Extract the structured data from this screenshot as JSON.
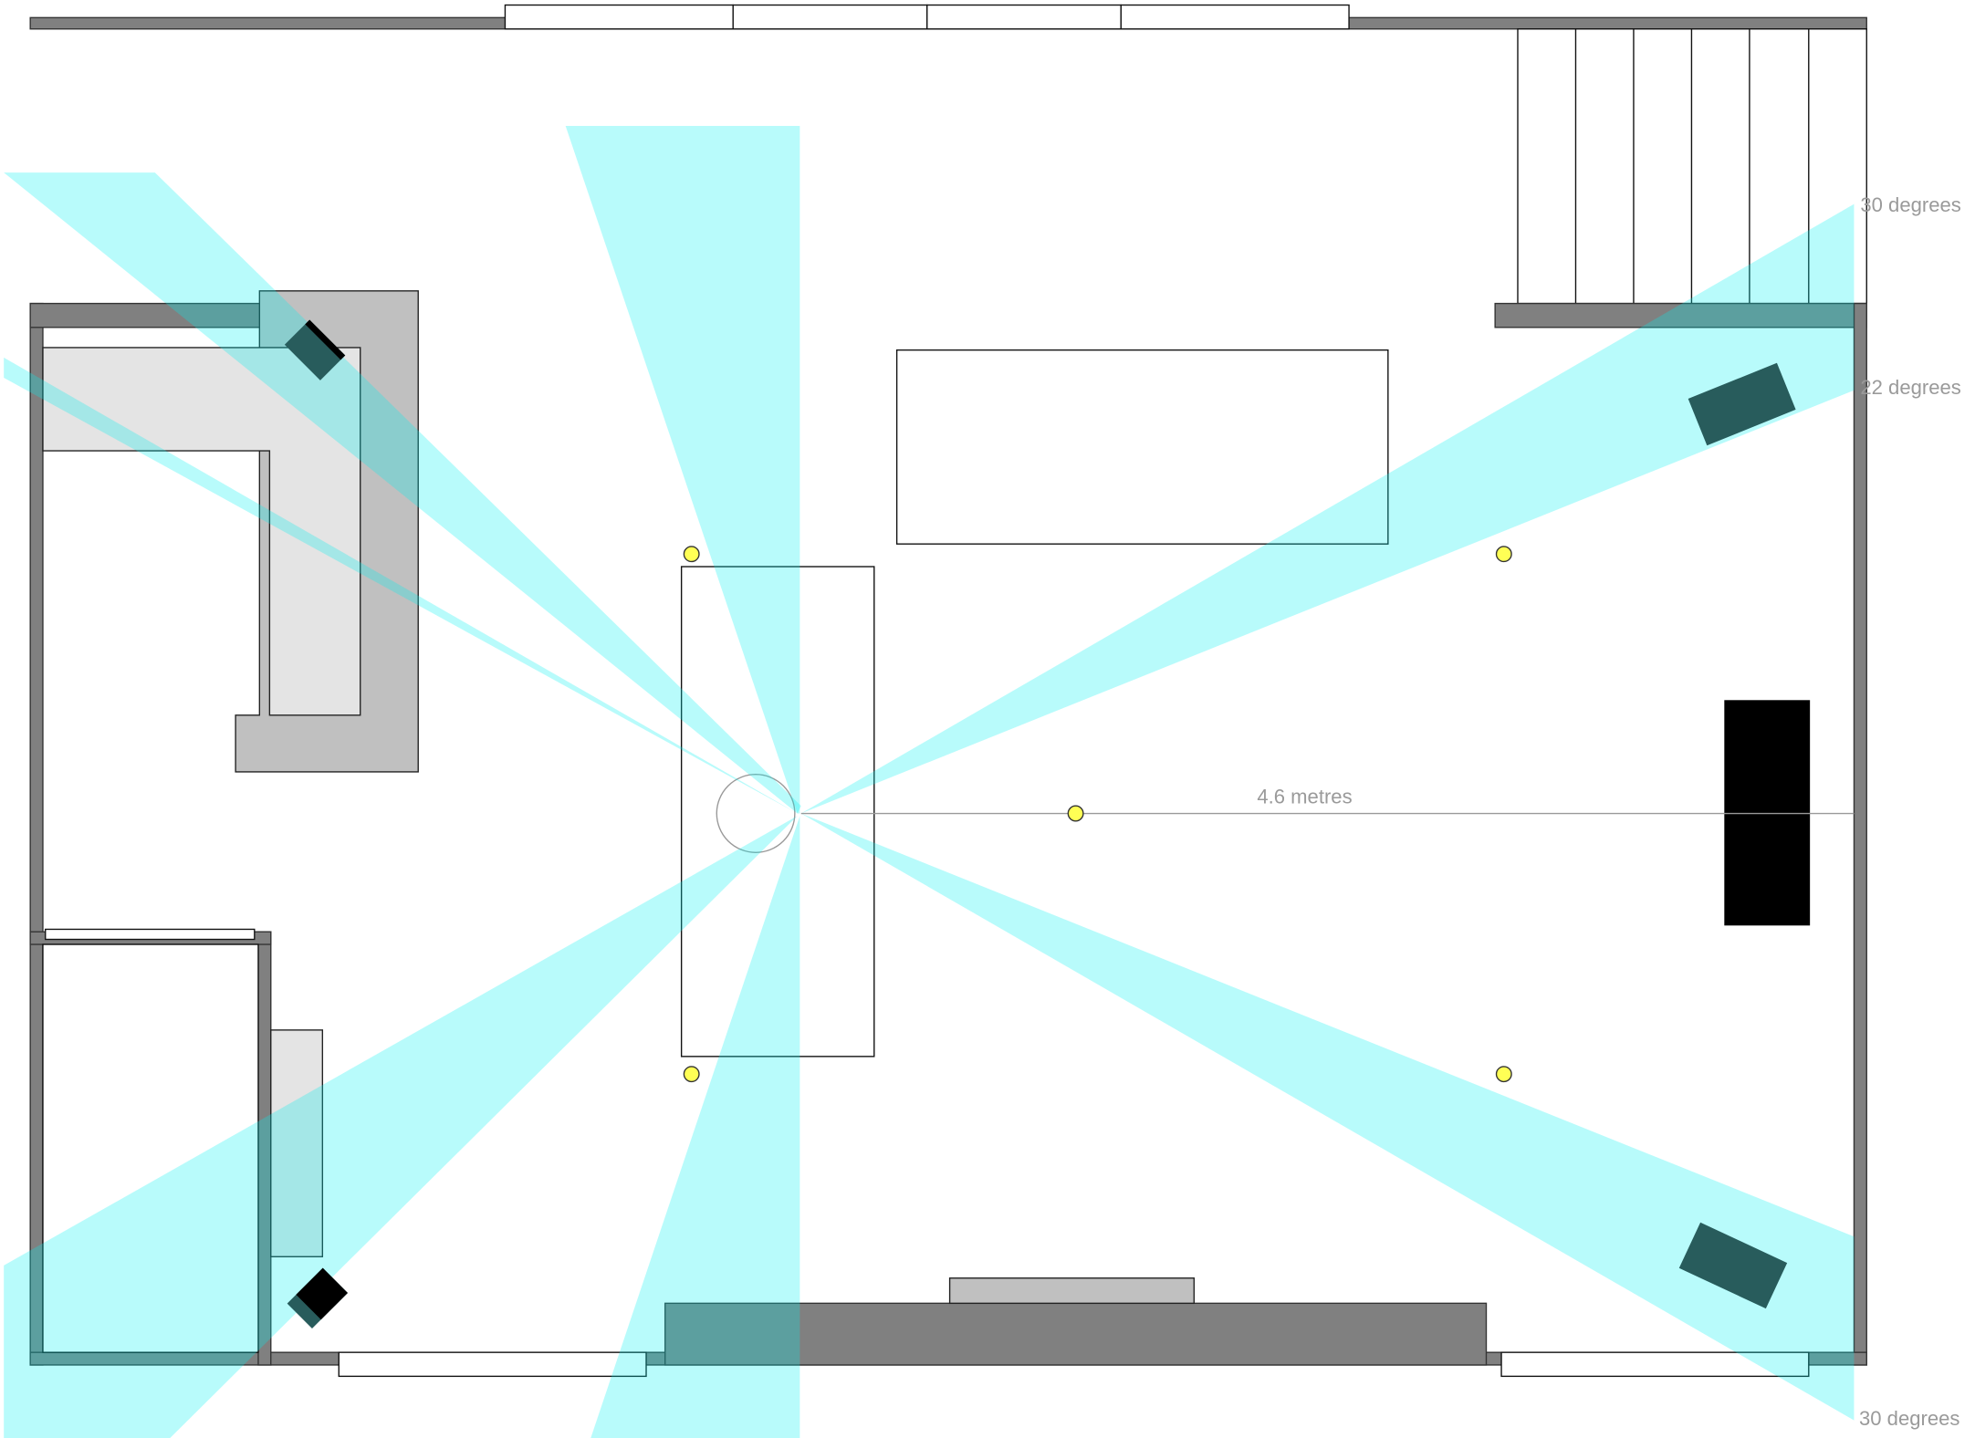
{
  "diagram": {
    "title": "Home theater speaker placement floor plan",
    "labels": {
      "front_top_angle": "30 degrees",
      "front_inner_angle": "22 degrees",
      "rear_angle": "30 degrees",
      "distance": "4.6 metres"
    },
    "colors": {
      "wall": "#808080",
      "beam": "#00f0f0",
      "speaker": "#285c5c",
      "sofa": "#c0c0c0",
      "cushion": "#e4e4e4",
      "marker": "#ffff55",
      "label": "#9a9a9a"
    },
    "elements": {
      "listening_position": "circle",
      "speakers": [
        "front-left",
        "front-right",
        "rear-left",
        "rear-right"
      ],
      "subwoofer": "black-box",
      "markers": 5,
      "stair_treads": 6,
      "top_window_panes": 4
    }
  }
}
